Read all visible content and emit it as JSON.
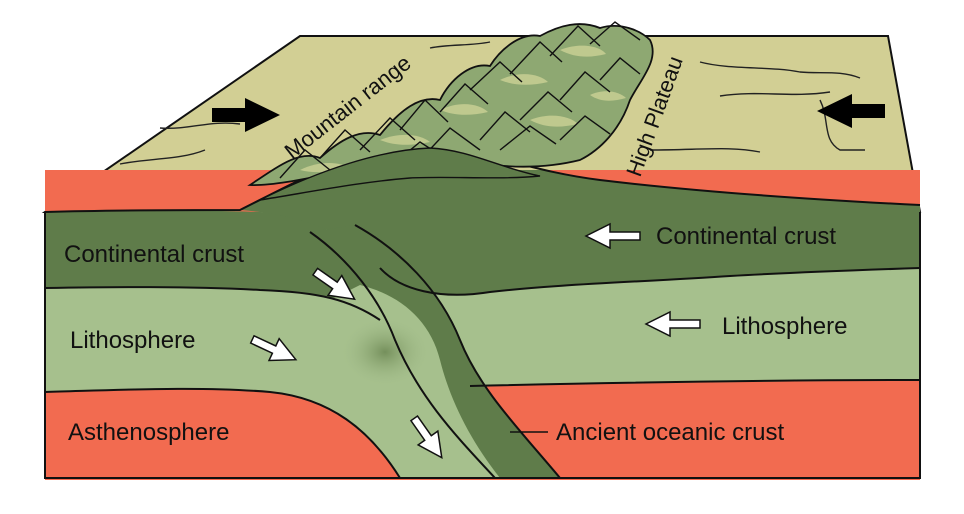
{
  "labels": {
    "mountain_range": "Mountain range",
    "high_plateau": "High Plateau",
    "continental_crust_left": "Continental crust",
    "continental_crust_right": "Continental crust",
    "lithosphere_left": "Lithosphere",
    "lithosphere_right": "Lithosphere",
    "asthenosphere": "Asthenosphere",
    "ancient_oceanic_crust": "Ancient oceanic crust"
  },
  "colors": {
    "surface": "#d2cf94",
    "mountains": "#8ea872",
    "mountain_shadow": "#bfc98e",
    "continental_crust": "#5f7c4a",
    "lithosphere": "#a6c08d",
    "asthenosphere": "#f26b50",
    "outline": "#111111",
    "arrow_dark": "#000000",
    "arrow_light": "#ffffff"
  }
}
